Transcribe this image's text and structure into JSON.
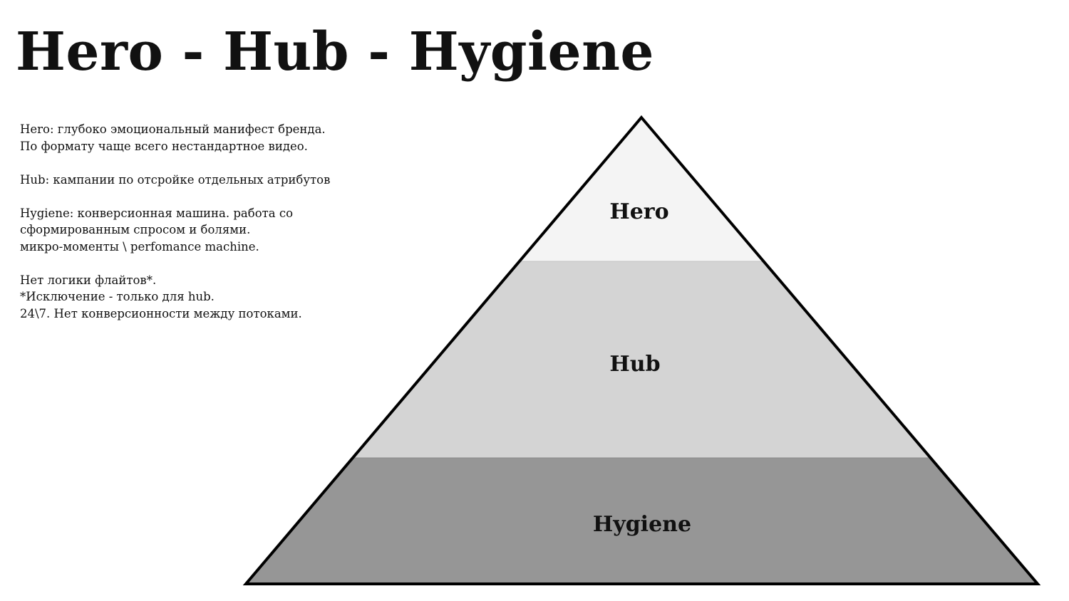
{
  "title": "Hero - Hub - Hygiene",
  "notes": [
    "Hero: глубоко эмоциональный манифест бренда.",
    "По формату чаще всего нестандартное видео.",
    "",
    "Hub: кампании по отсройке отдельных атрибутов",
    "",
    "Hygiene: конверсионная машина. работа со",
    "сформированным спросом и болями.",
    "микро-моменты \\ perfomance machine.",
    "",
    "Нет логики флайтов*.",
    "*Исключение - только для hub.",
    "24\\7. Нет конверсионности между потоками."
  ],
  "pyramid": {
    "tiers": [
      {
        "label": "Hero",
        "color": "#f4f4f4"
      },
      {
        "label": "Hub",
        "color": "#d4d4d4"
      },
      {
        "label": "Hygiene",
        "color": "#969696"
      }
    ],
    "outline_color": "#000000"
  }
}
